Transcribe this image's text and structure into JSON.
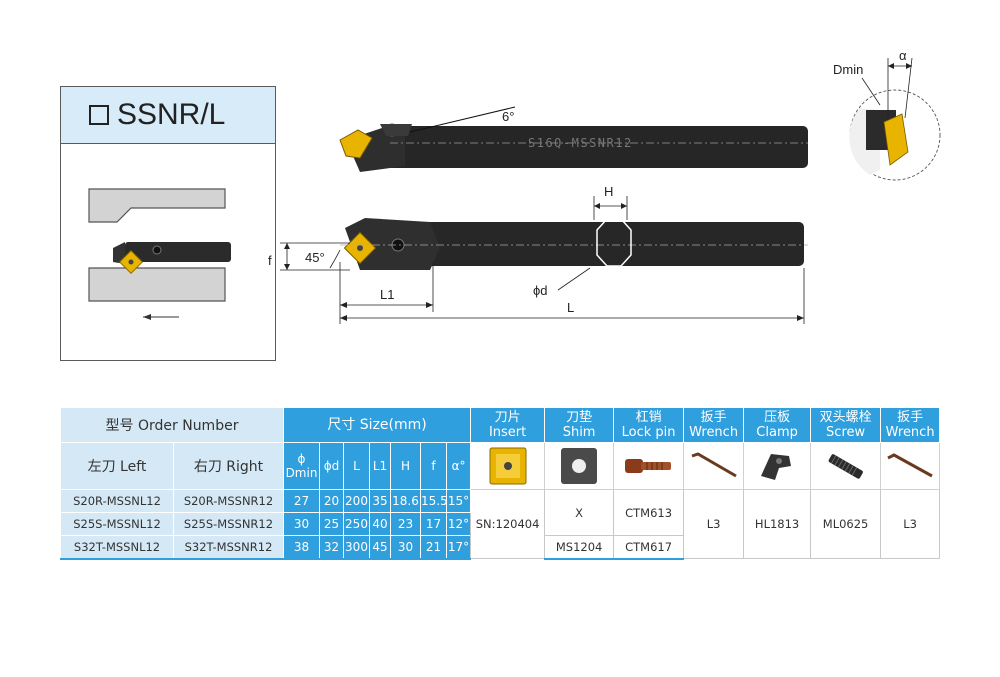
{
  "card": {
    "title": "SSNR/L"
  },
  "drawing": {
    "angle_top": "6°",
    "tool_marking": "S16Q-MSSNR12",
    "label_H": "H",
    "label_f": "f",
    "label_45": "45°",
    "label_phid": "ϕd",
    "label_L1": "L1",
    "label_L": "L",
    "label_Dmin": "Dmin",
    "label_alpha": "α"
  },
  "table": {
    "order_number_header": "型号 Order Number",
    "size_header": "尺寸 Size(mm)",
    "left_header": "左刀 Left",
    "right_header": "右刀 Right",
    "size_columns": [
      "ϕ Dmin",
      "ϕd",
      "L",
      "L1",
      "H",
      "f",
      "α°"
    ],
    "accessory_headers": [
      {
        "cn": "刀片",
        "en": "Insert"
      },
      {
        "cn": "刀垫",
        "en": "Shim"
      },
      {
        "cn": "杠销",
        "en": "Lock pin"
      },
      {
        "cn": "扳手",
        "en": "Wrench"
      },
      {
        "cn": "压板",
        "en": "Clamp"
      },
      {
        "cn": "双头螺栓",
        "en": "Screw"
      },
      {
        "cn": "扳手",
        "en": "Wrench"
      }
    ],
    "accessory_icons": [
      "insert-icon",
      "shim-icon",
      "lock-pin-icon",
      "wrench-icon",
      "clamp-icon",
      "screw-icon",
      "wrench-icon"
    ],
    "rows": [
      {
        "left": "S20R-MSSNL12",
        "right": "S20R-MSSNR12",
        "dmin": "27",
        "d": "20",
        "L": "200",
        "L1": "35",
        "H": "18.6",
        "f": "15.5",
        "alpha": "15°"
      },
      {
        "left": "S25S-MSSNL12",
        "right": "S25S-MSSNR12",
        "dmin": "30",
        "d": "25",
        "L": "250",
        "L1": "40",
        "H": "23",
        "f": "17",
        "alpha": "12°"
      },
      {
        "left": "S32T-MSSNL12",
        "right": "S32T-MSSNR12",
        "dmin": "38",
        "d": "32",
        "L": "300",
        "L1": "45",
        "H": "30",
        "f": "21",
        "alpha": "17°"
      }
    ],
    "insert_value": "SN:120404",
    "shim_values": [
      "X",
      "MS1204"
    ],
    "lockpin_values": [
      "CTM613",
      "CTM617"
    ],
    "wrench_value": "L3",
    "clamp_value": "HL1813",
    "screw_value": "ML0625",
    "wrench2_value": "L3"
  },
  "colors": {
    "accent_blue": "#2f9fdd",
    "light_blue": "#d4e8f6",
    "insert_gold": "#e8b400"
  }
}
